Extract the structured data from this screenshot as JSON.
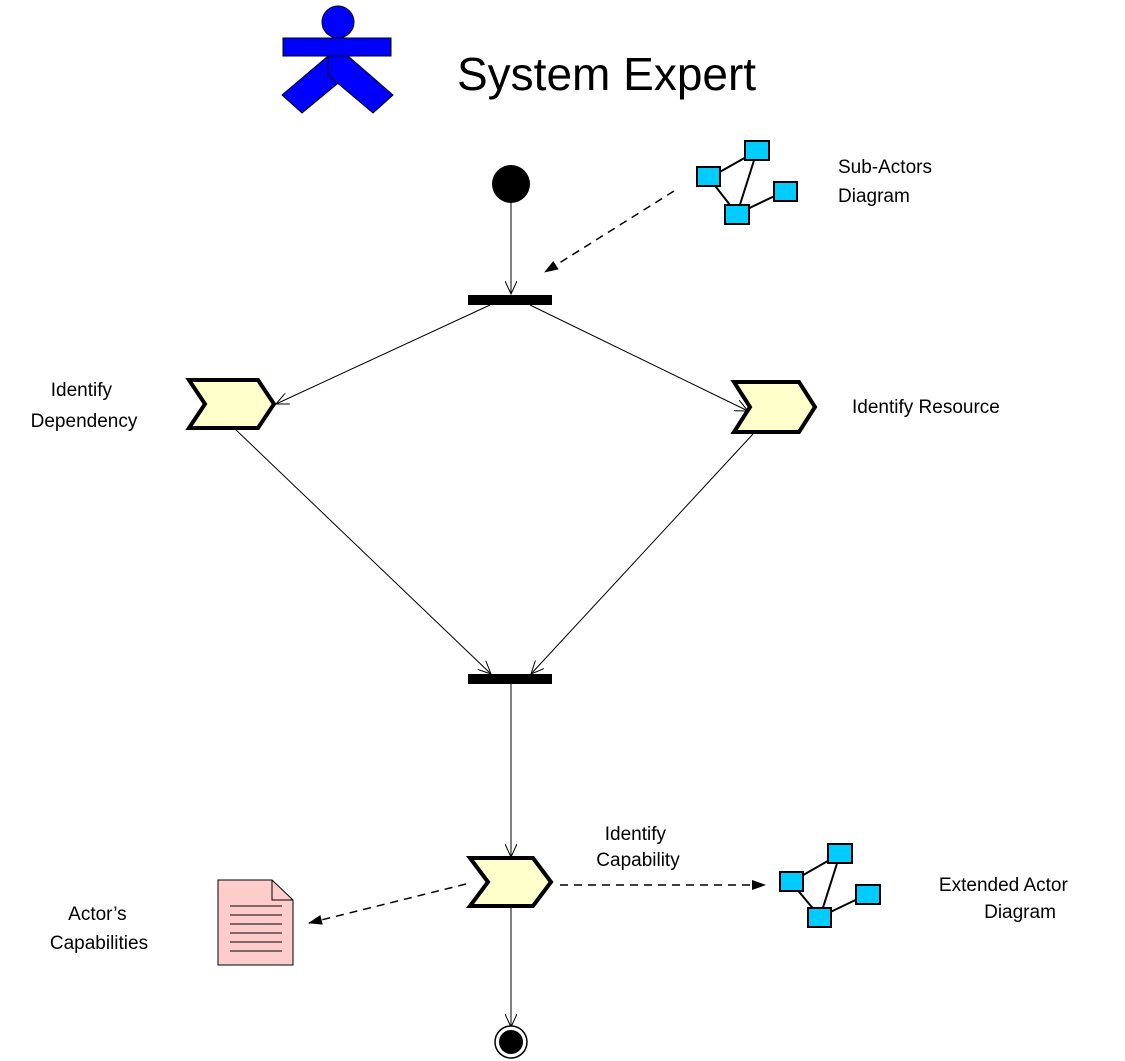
{
  "title": "System Expert",
  "activities": {
    "identify_dependency": {
      "label_lines": [
        "Identify",
        "Dependency"
      ]
    },
    "identify_resource": {
      "label": "Identify Resource"
    },
    "identify_capability": {
      "label_lines": [
        "Identify",
        "Capability"
      ]
    }
  },
  "artifacts": {
    "sub_actors_diagram": {
      "label_lines": [
        "Sub-Actors",
        "Diagram"
      ]
    },
    "extended_actor_diagram": {
      "label_lines": [
        "Extended Actor",
        "Diagram"
      ]
    },
    "actors_capabilities": {
      "label_lines": [
        "Actor’s",
        "Capabilities"
      ]
    }
  },
  "colors": {
    "actor": "#0000ff",
    "activity_fill": "#ffffcc",
    "network_node": "#00ccff",
    "document_fill": "#ffcccc",
    "stroke": "#000000"
  },
  "icons": {
    "actor": "actor-stick-figure-icon",
    "network": "network-diagram-icon",
    "document": "document-icon"
  }
}
